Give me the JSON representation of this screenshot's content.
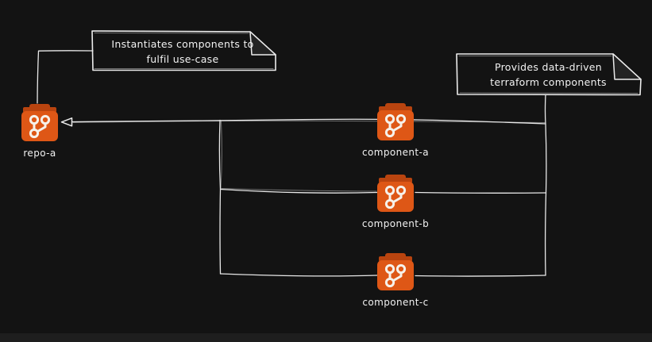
{
  "app": {
    "name": "diagram-canvas"
  },
  "colors": {
    "bg": "#131313",
    "bar": "#1e1e1e",
    "wire": "#e8e8e8",
    "stroke": "#ececec",
    "flap": "#232323",
    "icon-body": "#de5716",
    "icon-lid": "#b9440f",
    "glyph": "#f6f1ea",
    "text": "#f2f2f2"
  },
  "icons": {
    "node_glyph": "git-branch-icon",
    "note_shape": "folded-corner-note",
    "arrow": "hollow-left-arrowhead"
  },
  "notes": [
    {
      "id": "note-instantiates",
      "lines": [
        "Instantiates components to",
        "fulfil use-case"
      ]
    },
    {
      "id": "note-provides",
      "lines": [
        "Provides data-driven",
        "terraform components"
      ]
    }
  ],
  "nodes": [
    {
      "id": "repo-a",
      "label": "repo-a"
    },
    {
      "id": "component-a",
      "label": "component-a"
    },
    {
      "id": "component-b",
      "label": "component-b"
    },
    {
      "id": "component-c",
      "label": "component-c"
    }
  ]
}
